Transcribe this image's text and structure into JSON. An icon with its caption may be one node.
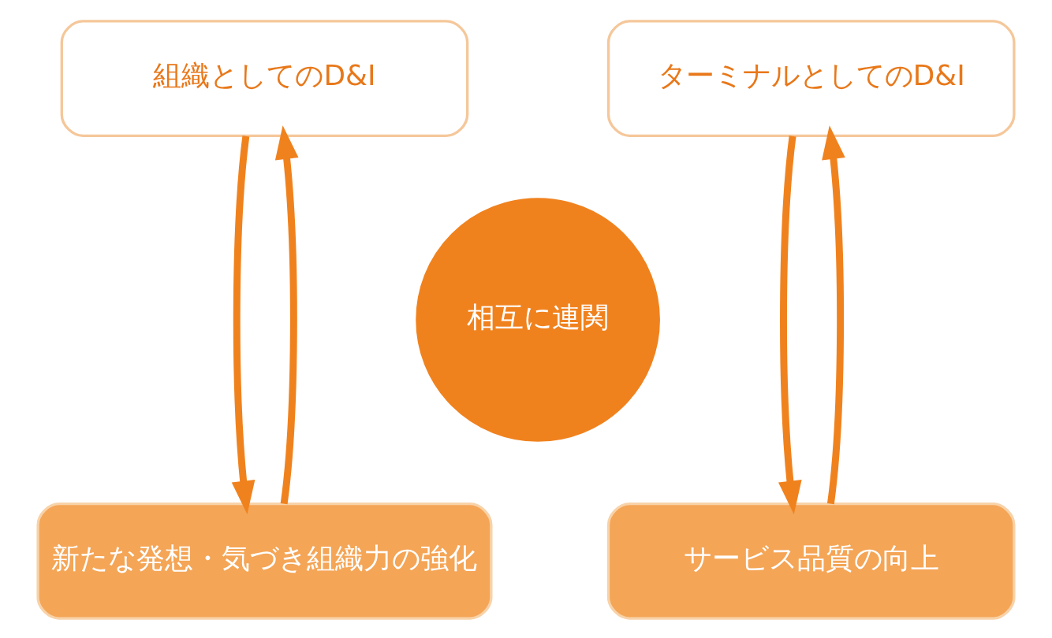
{
  "diagram": {
    "nodes": [
      {
        "text": [
          "組織としてのD&I"
        ]
      },
      {
        "text": [
          "ターミナルとしてのD&I"
        ]
      },
      {
        "text": [
          "相互に連関"
        ]
      },
      {
        "text": [
          "新たな発想・気づき組織力の強化"
        ]
      },
      {
        "text": [
          "サービス品質の向上"
        ]
      }
    ],
    "edges": [
      {
        "from": 0,
        "to": 3,
        "arrow": "to"
      },
      {
        "from": 3,
        "to": 0,
        "arrow": "to"
      },
      {
        "from": 1,
        "to": 4,
        "arrow": "to"
      },
      {
        "from": 4,
        "to": 1,
        "arrow": "to"
      }
    ]
  }
}
